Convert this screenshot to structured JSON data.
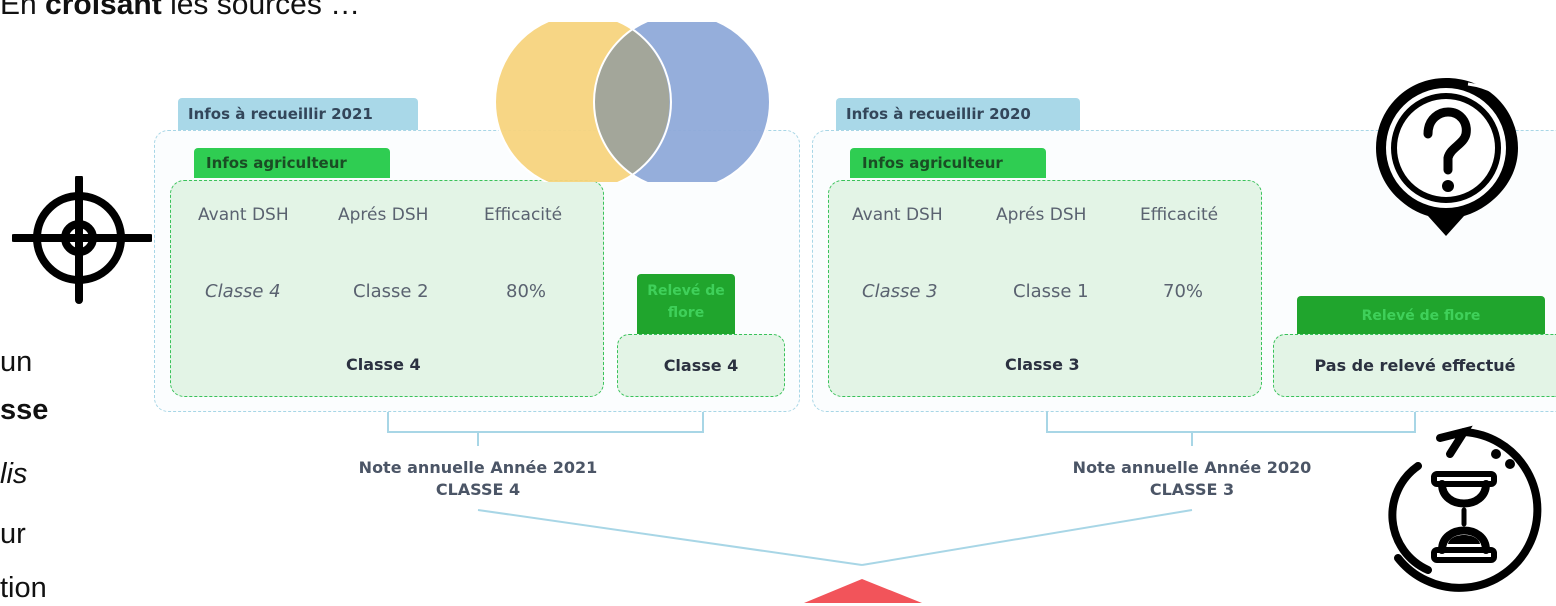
{
  "heading": {
    "pre": "En ",
    "bold": "croisant",
    "post": " les sources …"
  },
  "side_text": [
    {
      "text": "un",
      "style": "normal"
    },
    {
      "text": "sse",
      "style": "bold"
    },
    {
      "text": "lis",
      "style": "italic"
    },
    {
      "text": "ur",
      "style": "normal"
    },
    {
      "text": "tion",
      "style": "normal"
    }
  ],
  "year2021": {
    "tab": "Infos à recueillir 2021",
    "farmer_tab": "Infos agriculteur",
    "cols": [
      "Avant DSH",
      "Aprés DSH",
      "Efficacité"
    ],
    "vals": [
      "Classe 4",
      "Classe 2",
      "80%"
    ],
    "farmer_result": "Classe 4",
    "flore_tab": "Relevé de flore",
    "flore_result": "Classe 4",
    "note_line1": "Note annuelle Année 2021",
    "note_line2": "CLASSE 4"
  },
  "year2020": {
    "tab": "Infos à recueillir 2020",
    "farmer_tab": "Infos agriculteur",
    "cols": [
      "Avant DSH",
      "Aprés DSH",
      "Efficacité"
    ],
    "vals": [
      "Classe 3",
      "Classe 1",
      "70%"
    ],
    "farmer_result": "Classe 3",
    "flore_tab": "Relevé de flore",
    "flore_result": "Pas de relevé effectué",
    "note_line1": "Note annuelle Année 2020",
    "note_line2": "CLASSE 3"
  },
  "icons": [
    "venn-circles-icon",
    "crosshair-target-icon",
    "question-pin-icon",
    "hourglass-refresh-icon"
  ],
  "colors": {
    "accent_green": "#2fcd52",
    "tab_blue": "#a9d8e8",
    "arrow_red": "#f05454",
    "venn_yellow": "#f7d47e",
    "venn_blue": "#8faad9"
  }
}
